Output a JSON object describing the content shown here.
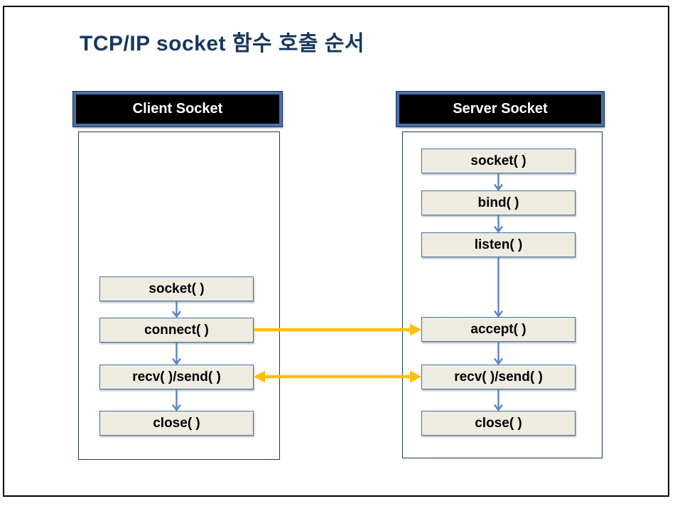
{
  "title": "TCP/IP socket 함수 호출 순서",
  "client": {
    "header": "Client Socket",
    "steps": [
      "socket( )",
      "connect( )",
      "recv( )/send( )",
      "close( )"
    ]
  },
  "server": {
    "header": "Server Socket",
    "steps": [
      "socket( )",
      "bind( )",
      "listen( )",
      "accept( )",
      "recv( )/send( )",
      "close( )"
    ]
  },
  "colors": {
    "title_text": "#17375e",
    "header_fill": "#000000",
    "header_border": "#4a72a8",
    "header_text": "#ffffff",
    "box_fill": "#eeece1",
    "box_border": "#4472a4",
    "box_text": "#000000",
    "container_border": "#1f3864",
    "arrow_blue": "#5b84c3",
    "arrow_gold": "#ffbf00",
    "frame_border": "#000000"
  }
}
